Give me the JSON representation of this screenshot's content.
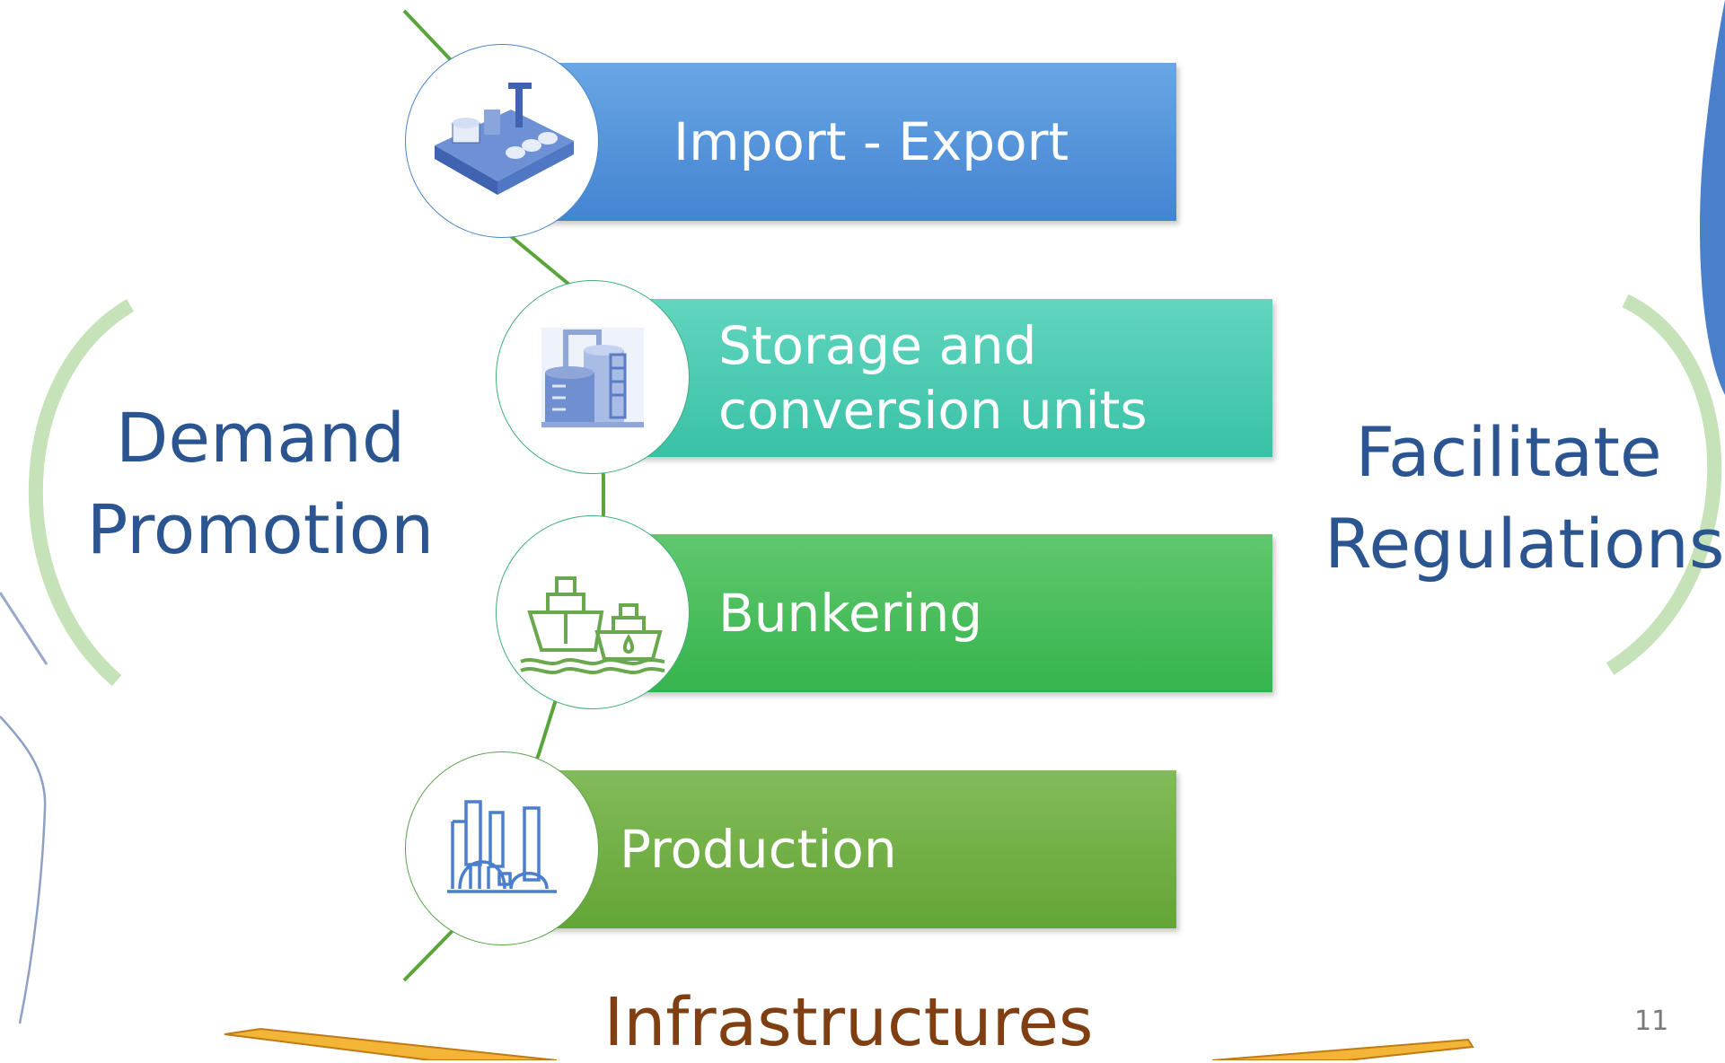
{
  "stages": [
    {
      "label": "Import - Export",
      "icon": "terminal-icon"
    },
    {
      "label_line1": "Storage and",
      "label_line2": "conversion units",
      "icon": "storage-tank-icon"
    },
    {
      "label": "Bunkering",
      "icon": "ships-icon"
    },
    {
      "label": "Production",
      "icon": "factory-icon"
    }
  ],
  "left": {
    "line1": "Demand",
    "line2": "Promotion"
  },
  "right": {
    "line1": "Facilitate",
    "line2": "Regulations"
  },
  "base_label": "Infrastructures",
  "page_number": "11",
  "colors": {
    "import": "#5a97dc",
    "storage": "#4ccbb3",
    "bunkering": "#45bd5b",
    "production": "#73b047",
    "side_text": "#2b5591",
    "base_text": "#7f3f12",
    "arc": "#c5e2b8",
    "accent_blue": "#4a7fcc"
  }
}
